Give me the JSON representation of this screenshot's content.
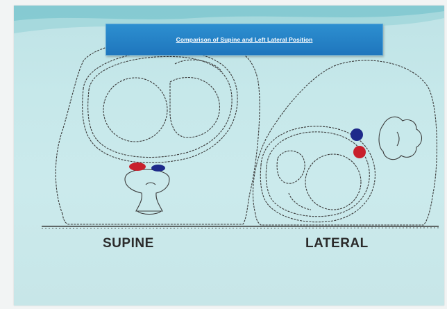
{
  "slide": {
    "title": "Comparison of Supine and Left Lateral Position"
  },
  "diagram": {
    "left_label": "SUPINE",
    "right_label": "LATERAL"
  },
  "colors": {
    "title_bg": "#1f76bd",
    "vessel_red": "#c8202c",
    "vessel_blue": "#1e2a8a",
    "line": "#3a3a3a"
  }
}
